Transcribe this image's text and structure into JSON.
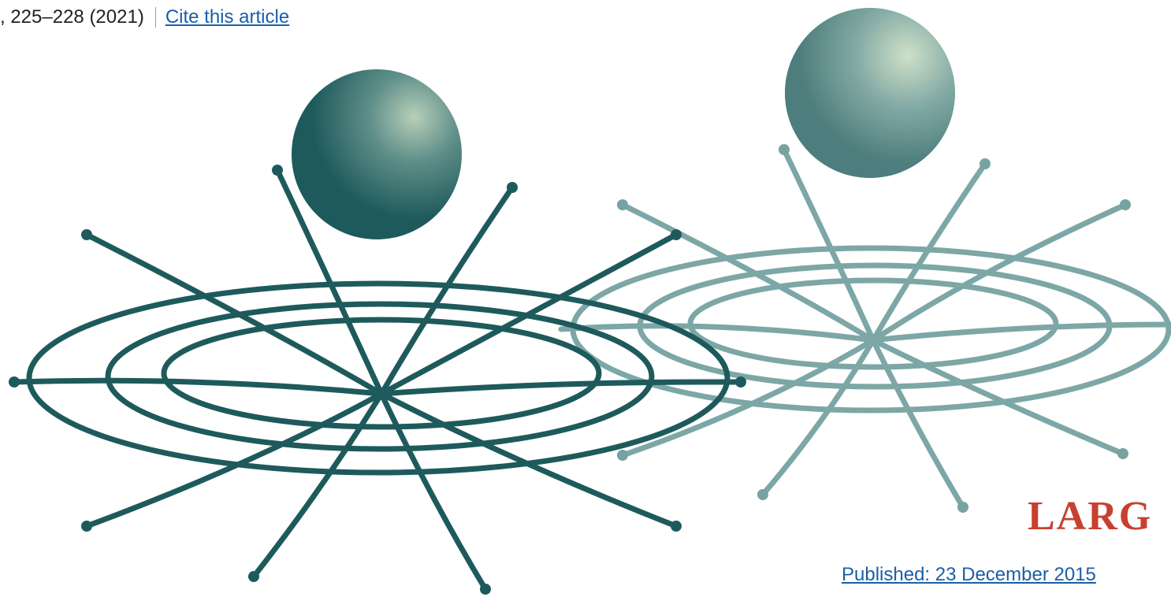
{
  "citation": {
    "text": ", 225–228 (2021)",
    "cite_link": "Cite this article"
  },
  "illustration": {
    "front_color": "#1e5a5c",
    "back_color": "#76a3a2",
    "sphere_highlight": "#b7cfb9"
  },
  "heading_fragment": "LARG",
  "published": "Published: 23 December 2015",
  "colors": {
    "accent": "#c8402f",
    "link": "#1a5fa8"
  }
}
